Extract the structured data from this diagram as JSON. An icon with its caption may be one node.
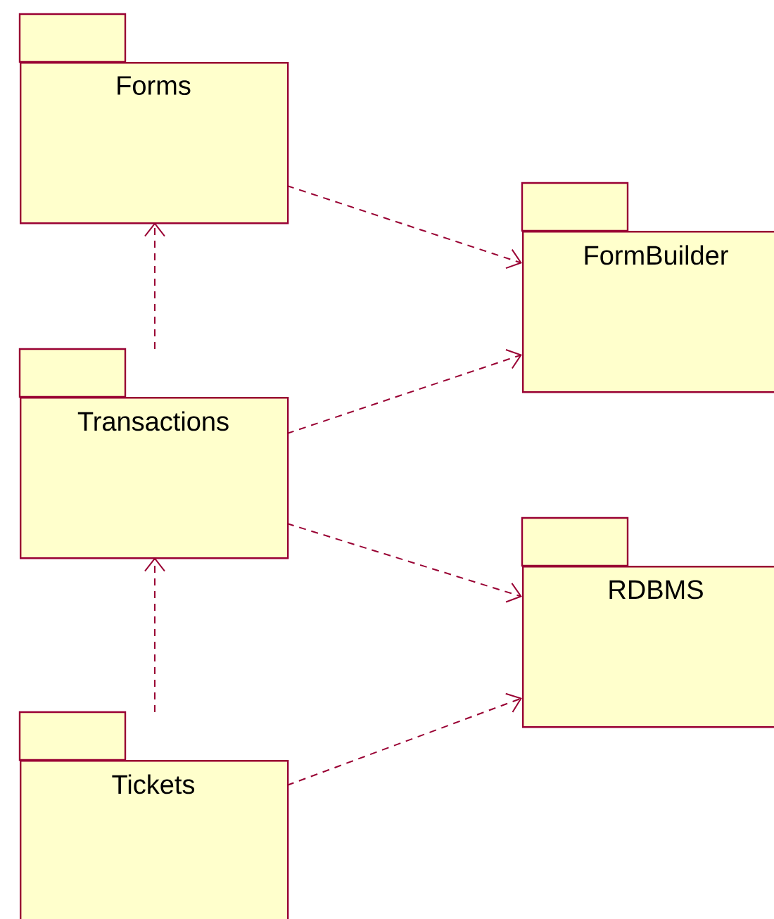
{
  "diagram": {
    "nodes": [
      {
        "text": [
          "Forms"
        ]
      },
      {
        "text": [
          "FormBuilder"
        ]
      },
      {
        "text": [
          "Transactions"
        ]
      },
      {
        "text": [
          "RDBMS"
        ]
      },
      {
        "text": [
          "Tickets"
        ]
      }
    ],
    "edges": [
      {
        "from": 0,
        "to": 1,
        "arrow": "to",
        "style": "dashed"
      },
      {
        "from": 2,
        "to": 1,
        "arrow": "to",
        "style": "dashed"
      },
      {
        "from": 2,
        "to": 0,
        "arrow": "to",
        "style": "dashed"
      },
      {
        "from": 2,
        "to": 3,
        "arrow": "to",
        "style": "dashed"
      },
      {
        "from": 4,
        "to": 3,
        "arrow": "to",
        "style": "dashed"
      },
      {
        "from": 4,
        "to": 2,
        "arrow": "to",
        "style": "dashed"
      }
    ]
  }
}
